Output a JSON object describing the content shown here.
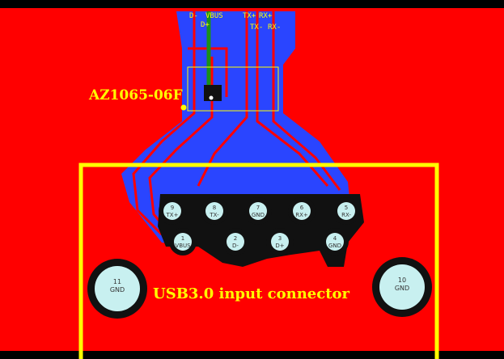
{
  "board": {
    "copper_color": "#ff0000",
    "trace_color": "#2a45ff",
    "silkscreen_color": "#ffff00",
    "pad_color": "#c8f0f0",
    "via_color": "#111111",
    "background_color": "#000000"
  },
  "labels": {
    "d_minus": "D-",
    "vbus": "VBUS",
    "d_plus": "D+",
    "tx_plus": "TX+",
    "rx_plus": "RX+",
    "tx_minus": "TX-",
    "rx_minus": "RX-",
    "component": "AZ1065-06F",
    "connector": "USB3.0 input connector"
  },
  "pins": [
    {
      "num": "9",
      "name": "TX+"
    },
    {
      "num": "8",
      "name": "TX-"
    },
    {
      "num": "7",
      "name": "GND"
    },
    {
      "num": "6",
      "name": "RX+"
    },
    {
      "num": "5",
      "name": "RX-"
    },
    {
      "num": "1",
      "name": "VBUS"
    },
    {
      "num": "2",
      "name": "D-"
    },
    {
      "num": "3",
      "name": "D+"
    },
    {
      "num": "4",
      "name": "GND"
    }
  ],
  "mount_pads": [
    {
      "num": "11",
      "name": "GND"
    },
    {
      "num": "10",
      "name": "GND"
    }
  ]
}
